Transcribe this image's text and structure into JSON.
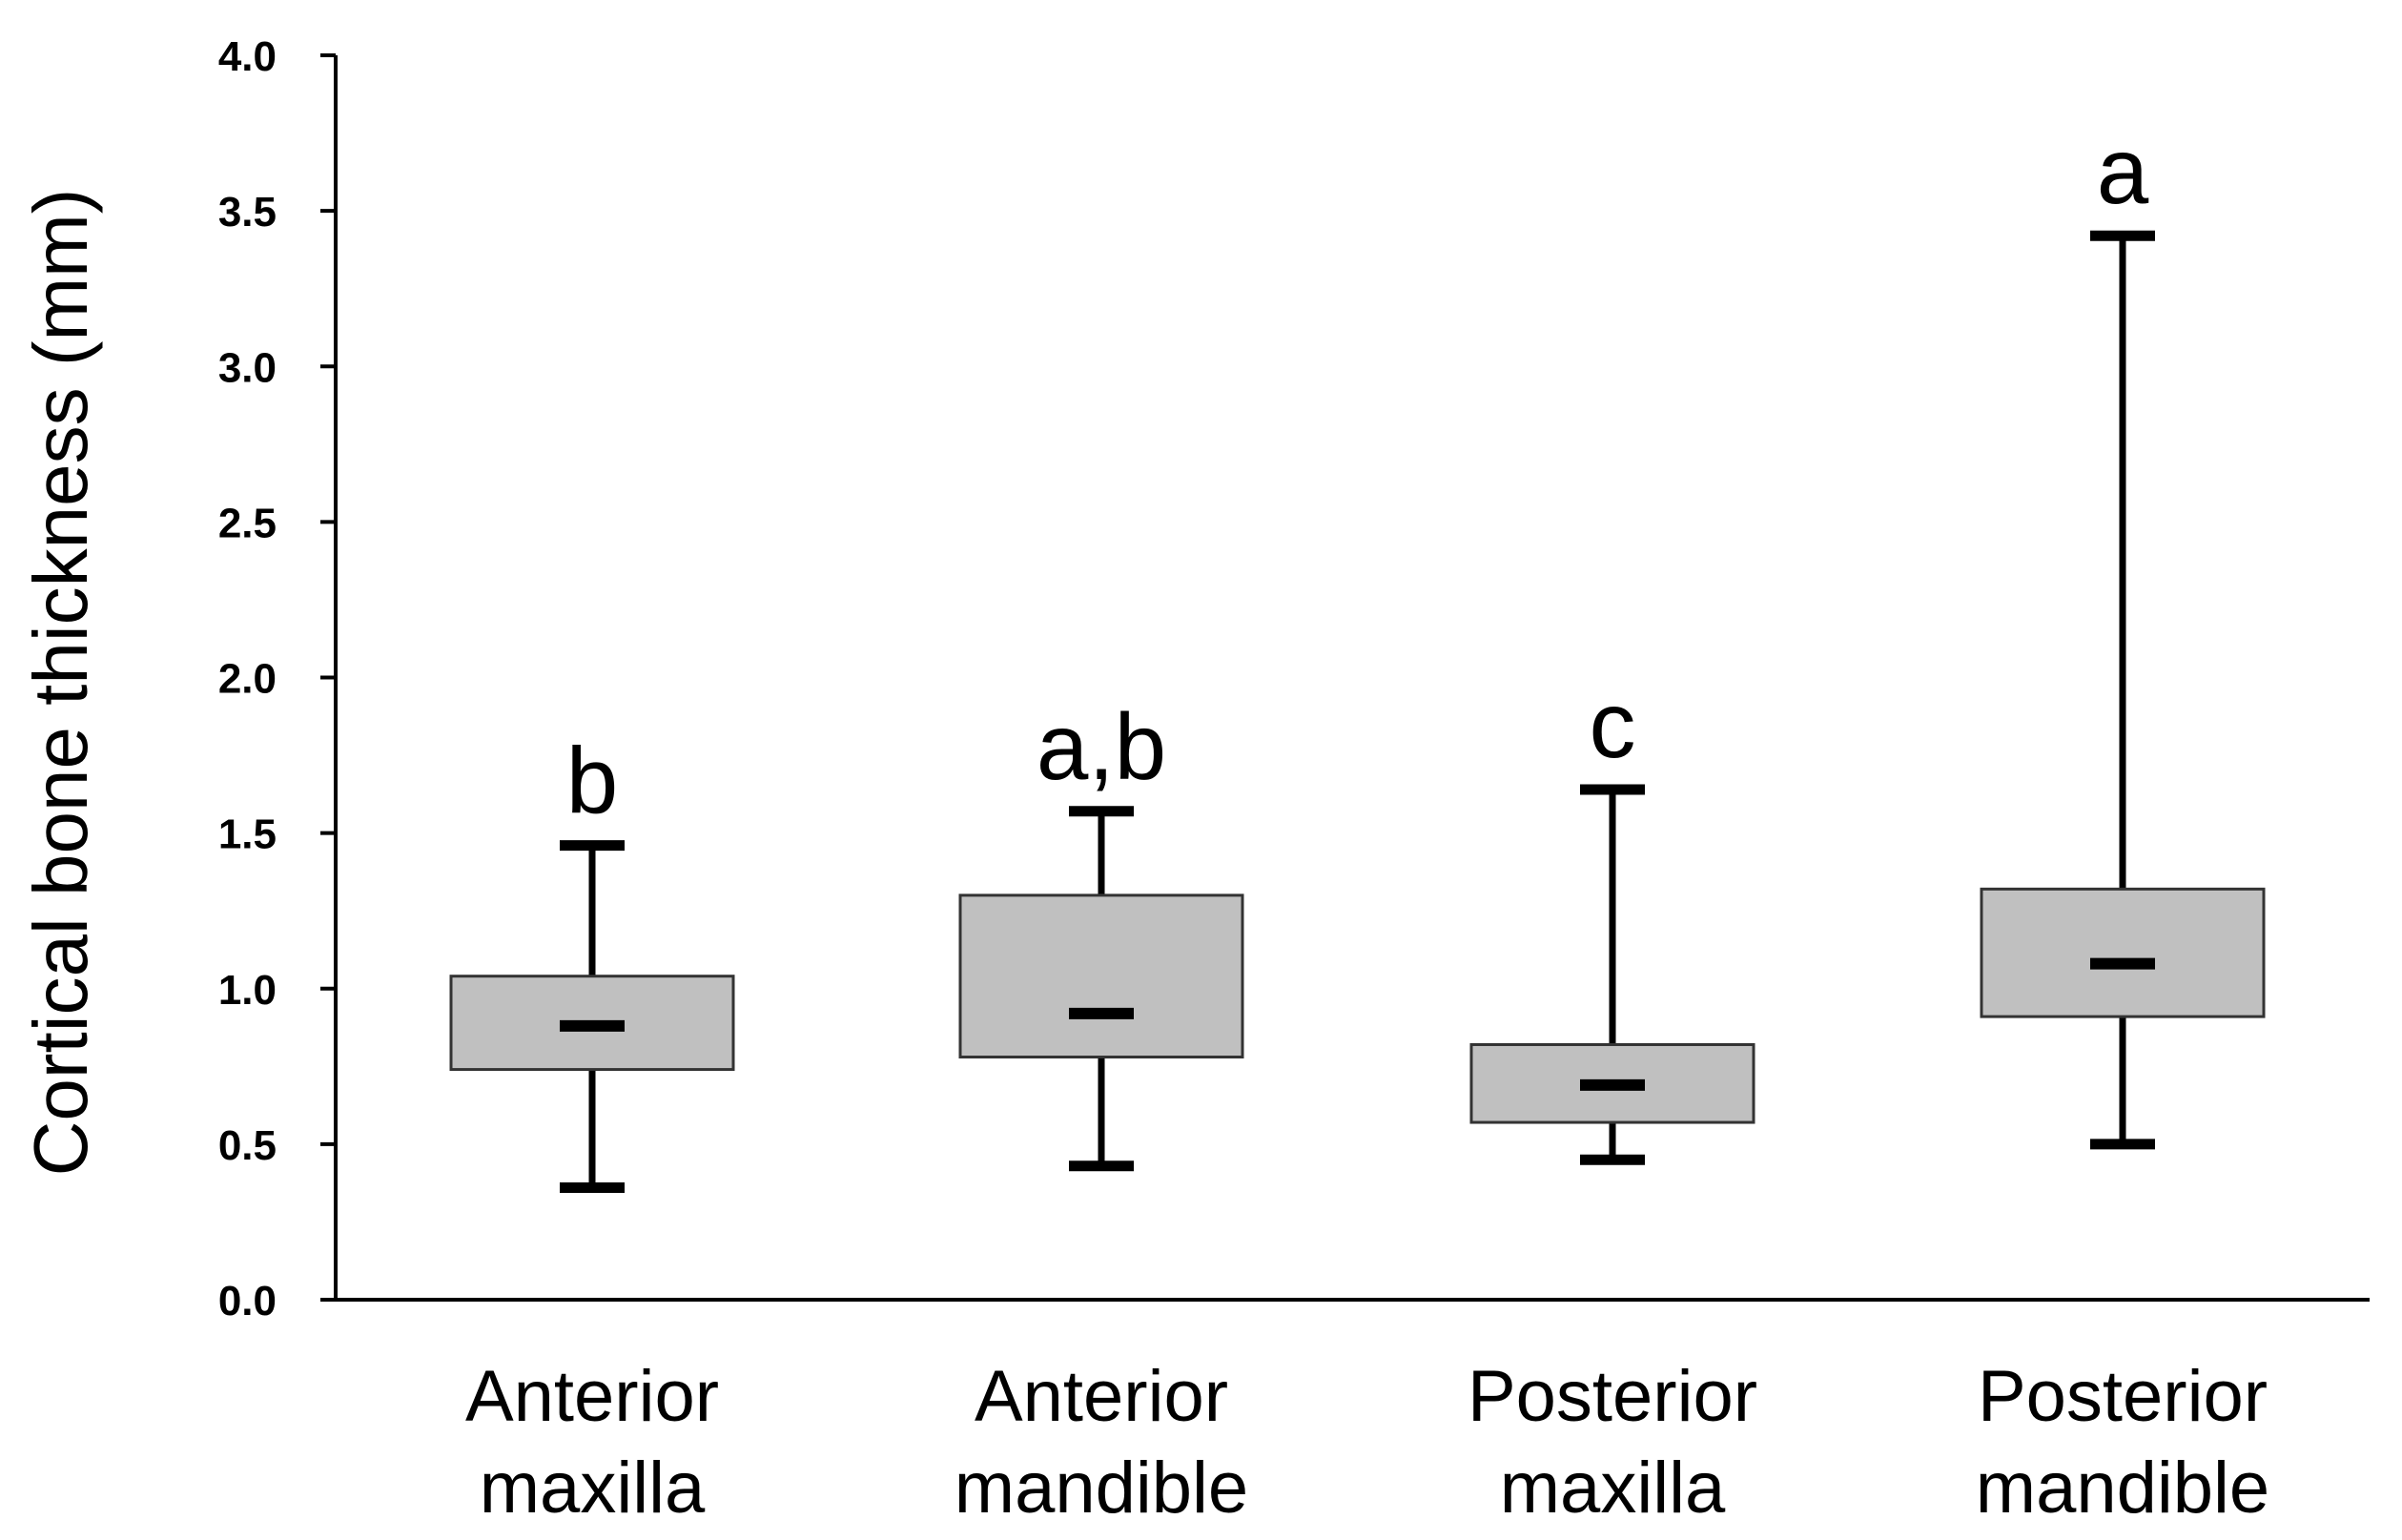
{
  "chart_data": {
    "type": "box",
    "ylabel": "Cortical bone thickness (mm)",
    "xlabel": "",
    "ylim": [
      0.0,
      4.0
    ],
    "yticks": [
      "0.0",
      "0.5",
      "1.0",
      "1.5",
      "2.0",
      "2.5",
      "3.0",
      "3.5",
      "4.0"
    ],
    "grid": false,
    "categories": [
      {
        "line1": "Anterior",
        "line2": "maxilla"
      },
      {
        "line1": "Anterior",
        "line2": "mandible"
      },
      {
        "line1": "Posterior",
        "line2": "maxilla"
      },
      {
        "line1": "Posterior",
        "line2": "mandible"
      }
    ],
    "boxes": [
      {
        "min": 0.36,
        "q1": 0.74,
        "median": 0.88,
        "q3": 1.04,
        "max": 1.46,
        "significance": "b"
      },
      {
        "min": 0.43,
        "q1": 0.78,
        "median": 0.92,
        "q3": 1.3,
        "max": 1.57,
        "significance": "a,b"
      },
      {
        "min": 0.45,
        "q1": 0.57,
        "median": 0.69,
        "q3": 0.82,
        "max": 1.64,
        "significance": "c"
      },
      {
        "min": 0.5,
        "q1": 0.91,
        "median": 1.08,
        "q3": 1.32,
        "max": 3.42,
        "significance": "a"
      }
    ],
    "colors": {
      "box_fill": "#c0c0c0",
      "box_stroke": "#333333",
      "whisker": "#000000",
      "axis": "#000000"
    }
  }
}
